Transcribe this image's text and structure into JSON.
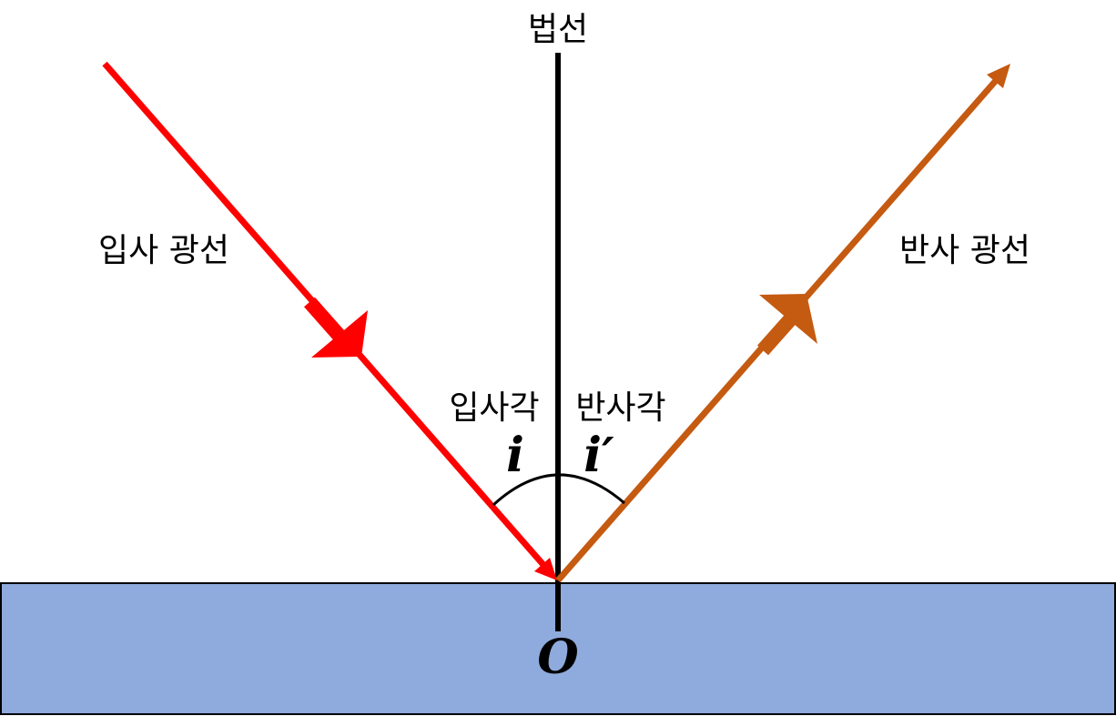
{
  "labels": {
    "normal": "법선",
    "incident_ray": "입사 광선",
    "reflected_ray": "반사 광선",
    "incidence_angle": "입사각",
    "reflection_angle": "반사각",
    "incidence_symbol": "i",
    "reflection_symbol": "i′",
    "origin": "O"
  },
  "colors": {
    "incident_ray": "#ff0000",
    "reflected_ray": "#c55a11",
    "surface_fill": "#8faadc",
    "surface_stroke": "#000000",
    "normal_line": "#000000",
    "angle_arc": "#000000"
  }
}
